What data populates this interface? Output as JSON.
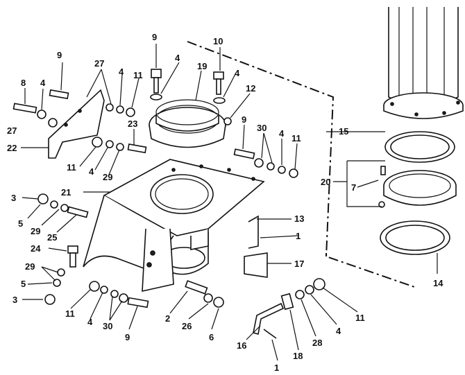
{
  "labels": [
    {
      "id": "l9a",
      "text": "9"
    },
    {
      "id": "l10",
      "text": "10"
    },
    {
      "id": "l4a",
      "text": "4"
    },
    {
      "id": "l19",
      "text": "19"
    },
    {
      "id": "l4b",
      "text": "4"
    },
    {
      "id": "l12",
      "text": "12"
    },
    {
      "id": "l9b",
      "text": "9"
    },
    {
      "id": "l27a",
      "text": "27"
    },
    {
      "id": "l8",
      "text": "8"
    },
    {
      "id": "l4c",
      "text": "4"
    },
    {
      "id": "l4d",
      "text": "4"
    },
    {
      "id": "l11a",
      "text": "11"
    },
    {
      "id": "l27b",
      "text": "27"
    },
    {
      "id": "l23",
      "text": "23"
    },
    {
      "id": "l22",
      "text": "22"
    },
    {
      "id": "l11b",
      "text": "11"
    },
    {
      "id": "l4e",
      "text": "4"
    },
    {
      "id": "l29a",
      "text": "29"
    },
    {
      "id": "l9c",
      "text": "9"
    },
    {
      "id": "l30a",
      "text": "30"
    },
    {
      "id": "l4f",
      "text": "4"
    },
    {
      "id": "l11c",
      "text": "11"
    },
    {
      "id": "l15",
      "text": "15"
    },
    {
      "id": "l20",
      "text": "20"
    },
    {
      "id": "l7",
      "text": "7"
    },
    {
      "id": "l21",
      "text": "21"
    },
    {
      "id": "l3a",
      "text": "3"
    },
    {
      "id": "l5a",
      "text": "5"
    },
    {
      "id": "l29b",
      "text": "29"
    },
    {
      "id": "l25",
      "text": "25"
    },
    {
      "id": "l13",
      "text": "13"
    },
    {
      "id": "l1a",
      "text": "1"
    },
    {
      "id": "l24",
      "text": "24"
    },
    {
      "id": "l17",
      "text": "17"
    },
    {
      "id": "l29c",
      "text": "29"
    },
    {
      "id": "l5b",
      "text": "5"
    },
    {
      "id": "l14",
      "text": "14"
    },
    {
      "id": "l3b",
      "text": "3"
    },
    {
      "id": "l11d",
      "text": "11"
    },
    {
      "id": "l4g",
      "text": "4"
    },
    {
      "id": "l30b",
      "text": "30"
    },
    {
      "id": "l9d",
      "text": "9"
    },
    {
      "id": "l2",
      "text": "2"
    },
    {
      "id": "l26",
      "text": "26"
    },
    {
      "id": "l6",
      "text": "6"
    },
    {
      "id": "l16",
      "text": "16"
    },
    {
      "id": "l18",
      "text": "18"
    },
    {
      "id": "l28",
      "text": "28"
    },
    {
      "id": "l4h",
      "text": "4"
    },
    {
      "id": "l11e",
      "text": "11"
    },
    {
      "id": "l1b",
      "text": "1"
    }
  ]
}
